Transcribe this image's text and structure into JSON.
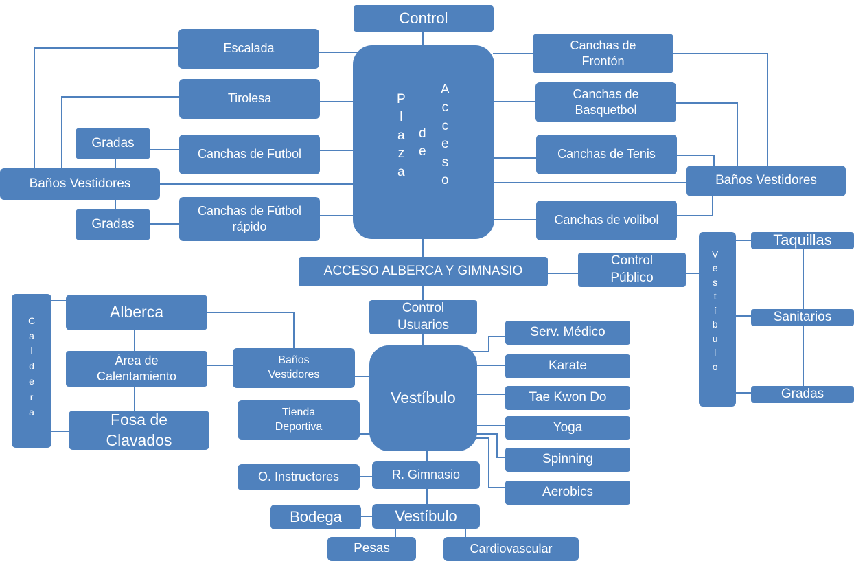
{
  "nodes": {
    "control": "Control",
    "escalada": "Escalada",
    "fronton": "Canchas de Frontón",
    "tirolesa": "Tirolesa",
    "basquetbol": "Canchas de Basquetbol",
    "gradas_top": "Gradas",
    "futbol": "Canchas de Futbol",
    "tenis": "Canchas de Tenis",
    "banos_left": "Baños Vestidores",
    "banos_right": "Baños Vestidores",
    "gradas_bottom": "Gradas",
    "futbol_rapido": "Canchas de Fútbol rápido",
    "volibol": "Canchas de volibol",
    "acceso_alberca": "ACCESO ALBERCA Y GIMNASIO",
    "control_publico": "Control Público",
    "taquillas": "Taquillas",
    "sanitarios": "Sanitarios",
    "gradas_pool": "Gradas",
    "alberca": "Alberca",
    "control_usuarios": "Control Usuarios",
    "serv_medico": "Serv. Médico",
    "area_calentamiento": "Área de Calentamiento",
    "banos_vestidores_pool": "Baños Vestidores",
    "karate": "Karate",
    "vestibulo_main": "Vestíbulo",
    "tae_kwon_do": "Tae Kwon Do",
    "fosa_clavados": "Fosa de Clavados",
    "tienda_deportiva": "Tienda Deportiva",
    "yoga": "Yoga",
    "spinning": "Spinning",
    "o_instructores": "O. Instructores",
    "r_gimnasio": "R.  Gimnasio",
    "aerobics": "Aerobics",
    "bodega": "Bodega",
    "vestibulo_gym": "Vestíbulo",
    "pesas": "Pesas",
    "cardiovascular": "Cardiovascular"
  },
  "plaza": {
    "col1": [
      "P",
      "l",
      "a",
      "z",
      "a"
    ],
    "col2": [
      "d",
      "e"
    ],
    "col3": [
      "A",
      "c",
      "c",
      "e",
      "s",
      "o"
    ]
  },
  "caldera_letters": [
    "C",
    "a",
    "l",
    "d",
    "e",
    "r",
    "a"
  ],
  "vestibulo_vertical_letters": [
    "V",
    "e",
    "s",
    "t",
    "í",
    "b",
    "u",
    "l",
    "o"
  ],
  "colors": {
    "box": "#4f81bd",
    "line": "#4f81bd",
    "text": "#ffffff"
  }
}
